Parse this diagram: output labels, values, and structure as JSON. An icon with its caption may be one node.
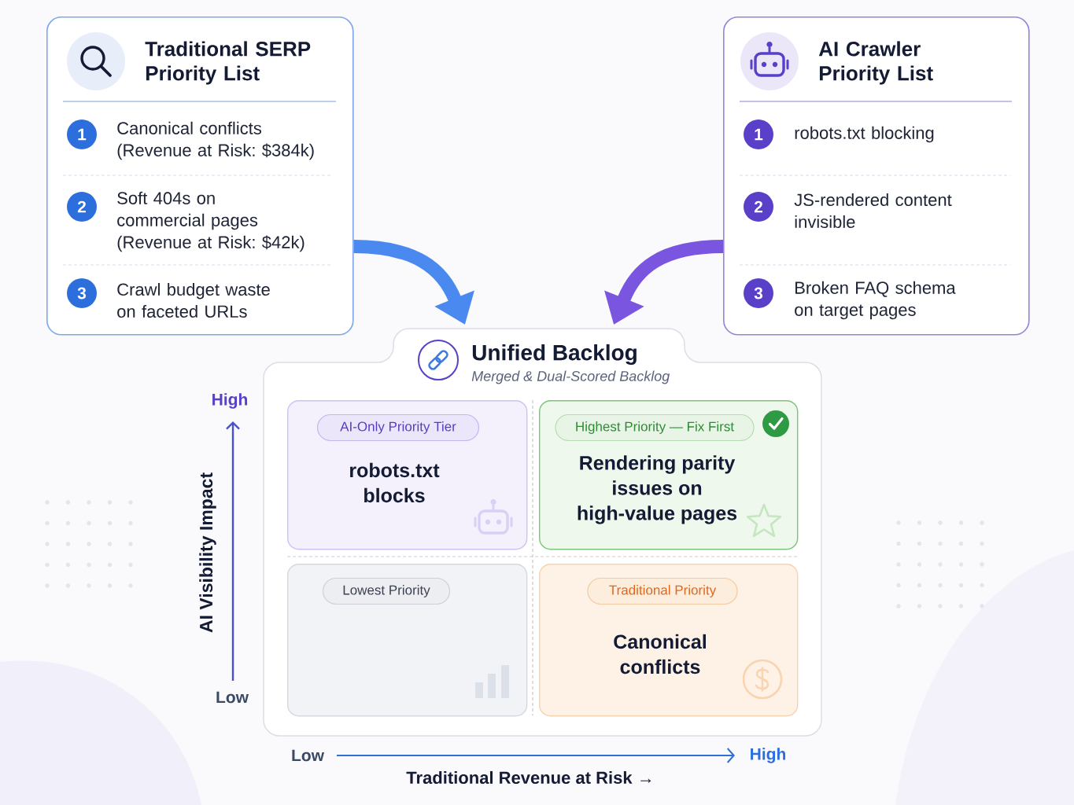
{
  "diagram": {
    "nodes": [
      {
        "text": [
          "Traditional SERP Priority List"
        ]
      },
      {
        "text": [
          "1"
        ],
        "in": 0,
        "beside": [
          "Canonical conflicts (Revenue at Risk: $384k)"
        ]
      },
      {
        "text": [
          "2"
        ],
        "in": 0,
        "beside": [
          "Soft 404s on commercial pages (Revenue at Risk: $42k)"
        ]
      },
      {
        "text": [
          "3"
        ],
        "in": 0,
        "beside": [
          "Crawl budget waste on faceted URLs"
        ]
      },
      {
        "text": [
          "AI Crawler Priority List"
        ]
      },
      {
        "text": [
          "1"
        ],
        "in": 4,
        "beside": [
          "robots.txt blocking"
        ]
      },
      {
        "text": [
          "2"
        ],
        "in": 4,
        "beside": [
          "JS-rendered content invisible"
        ]
      },
      {
        "text": [
          "3"
        ],
        "in": 4,
        "beside": [
          "Broken FAQ schema on target pages"
        ]
      },
      {
        "text": [
          "Unified Backlog",
          "Merged & Dual-Scored Backlog"
        ]
      },
      {
        "text": [
          "robots.txt blocks"
        ],
        "in": 8
      },
      {
        "text": [
          "AI-Only Priority Tier"
        ],
        "in": 9
      },
      {
        "text": [
          "Rendering parity issues on high-value pages"
        ],
        "in": 8
      },
      {
        "text": [
          "Highest Priority — Fix First"
        ],
        "in": 11
      },
      {
        "text": [],
        "shape": "box",
        "in": 8
      },
      {
        "text": [
          "Lowest Priority"
        ],
        "in": 13
      },
      {
        "text": [
          "Canonical conflicts"
        ],
        "in": 8
      },
      {
        "text": [
          "Traditional Priority"
        ],
        "in": 15
      }
    ],
    "edges": [
      {
        "from": 0,
        "to": 8,
        "arrow": "to",
        "color": "#4a8af0"
      },
      {
        "from": 4,
        "to": 8,
        "arrow": "to",
        "color": "#7a55e0"
      }
    ],
    "labels": [
      "High",
      "AI Visibility Impact",
      "Low",
      "Low",
      "High",
      "Traditional Revenue at Risk →"
    ]
  }
}
